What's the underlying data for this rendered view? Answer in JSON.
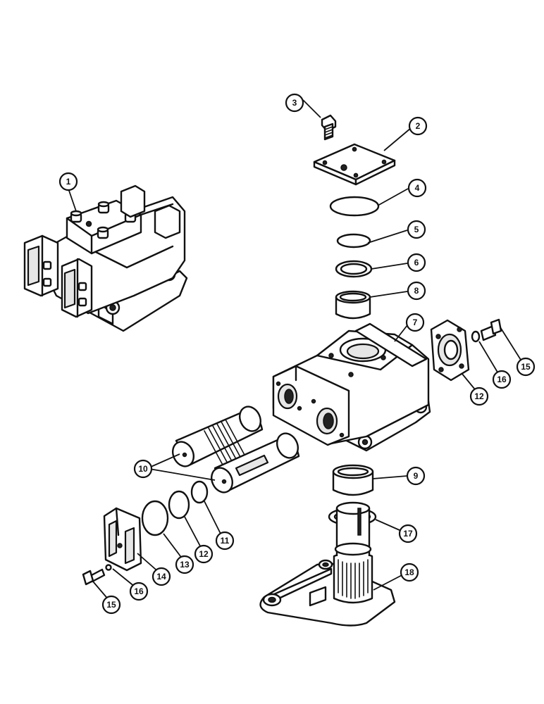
{
  "callouts": [
    {
      "id": "c1",
      "label": "1"
    },
    {
      "id": "c2",
      "label": "2"
    },
    {
      "id": "c3",
      "label": "3"
    },
    {
      "id": "c4",
      "label": "4"
    },
    {
      "id": "c5",
      "label": "5"
    },
    {
      "id": "c6",
      "label": "6"
    },
    {
      "id": "c7",
      "label": "7"
    },
    {
      "id": "c8",
      "label": "8"
    },
    {
      "id": "c9",
      "label": "9"
    },
    {
      "id": "c10",
      "label": "10"
    },
    {
      "id": "c11",
      "label": "11"
    },
    {
      "id": "c12a",
      "label": "12"
    },
    {
      "id": "c12b",
      "label": "12"
    },
    {
      "id": "c13",
      "label": "13"
    },
    {
      "id": "c14",
      "label": "14"
    },
    {
      "id": "c15a",
      "label": "15"
    },
    {
      "id": "c15b",
      "label": "15"
    },
    {
      "id": "c16a",
      "label": "16"
    },
    {
      "id": "c16b",
      "label": "16"
    },
    {
      "id": "c17",
      "label": "17"
    },
    {
      "id": "c18",
      "label": "18"
    }
  ]
}
